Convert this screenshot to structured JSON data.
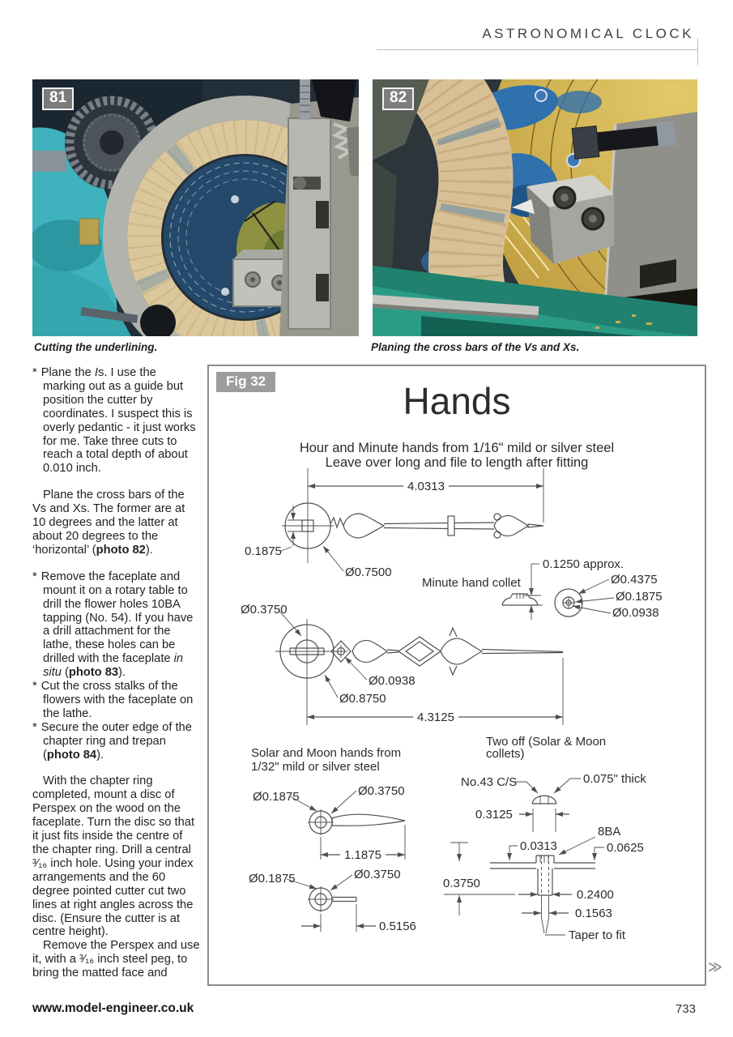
{
  "header": {
    "title": "ASTRONOMICAL CLOCK"
  },
  "photos": {
    "p81": {
      "number": "81",
      "caption": "Cutting the underlining."
    },
    "p82": {
      "number": "82",
      "caption": "Planing the cross bars of the Vs and Xs."
    }
  },
  "article": {
    "p1": {
      "marker": "*",
      "pre": "Plane the ",
      "italic": "I",
      "post": "s. I use the marking out as a guide but position the cutter by coordinates. I suspect this is overly pedantic - it just works for me. Take three cuts to reach a total depth of about 0.010 inch."
    },
    "p2": {
      "pre": "Plane the cross bars of the Vs and Xs. The former are at 10 degrees and the latter at about 20 degrees to the ‘horizontal’ (",
      "bold": "photo 82",
      "post": ")."
    },
    "p3": {
      "marker": "*",
      "pre": "Remove the faceplate and mount it on a rotary table to drill the flower holes 10BA tapping (No. 54). If you have a drill attachment for the lathe, these holes can be drilled with the faceplate ",
      "italic": "in situ",
      "mid": " (",
      "bold": "photo 83",
      "post": ")."
    },
    "p4": {
      "marker": "*",
      "text": "Cut the cross stalks of the flowers with the faceplate on the lathe."
    },
    "p5": {
      "marker": "*",
      "pre": "Secure the outer edge of the chapter ring and trepan (",
      "bold": "photo 84",
      "post": ")."
    },
    "p6": "With the chapter ring completed, mount a disc of Perspex on the wood on the faceplate. Turn the disc so that it just fits inside the centre of the chapter ring. Drill a central ³⁄₁₆ inch hole. Using your index arrangements and the 60 degree pointed cutter cut two lines at right angles across the disc. (Ensure the cutter is at centre height).",
    "p7": "Remove the Perspex and use it, with a ³⁄₁₆ inch steel peg, to bring the matted face and"
  },
  "figure": {
    "label": "Fig 32",
    "title": "Hands",
    "subtitle1": "Hour and Minute hands from 1/16\" mild or silver steel",
    "subtitle2": "Leave over long and file to length after fitting",
    "minute_hand": {
      "length": "4.0313",
      "square": "0.1875",
      "boss": "Ø0.7500"
    },
    "minute_collet": {
      "label": "Minute hand collet",
      "height": "0.1250 approx.",
      "outer": "Ø0.4375",
      "mid": "Ø0.1875",
      "bore": "Ø0.0938"
    },
    "hour_hand": {
      "bore": "Ø0.3750",
      "pin": "Ø0.0938",
      "boss": "Ø0.8750",
      "length": "4.3125"
    },
    "solar_moon": {
      "label1": "Solar and Moon hands from",
      "label2": "1/32\" mild or silver steel",
      "hand1": {
        "bore": "Ø0.1875",
        "boss": "Ø0.3750",
        "length": "1.1875"
      },
      "hand2": {
        "bore": "Ø0.1875",
        "boss": "Ø0.3750",
        "length": "0.5156"
      }
    },
    "collets": {
      "label1": "Two off (Solar & Moon",
      "label2": "collets)",
      "csink": "No.43 C/S",
      "thick": "0.075\" thick",
      "width": "0.3125",
      "thread": "8BA",
      "plate": "0.0313",
      "head": "0.0625",
      "depth": "0.3750",
      "outer_dia": "0.2400",
      "bore_dia": "0.1563",
      "taper": "Taper to fit"
    }
  },
  "footer": {
    "site": "www.model-engineer.co.uk",
    "page": "733",
    "more": "≫"
  }
}
